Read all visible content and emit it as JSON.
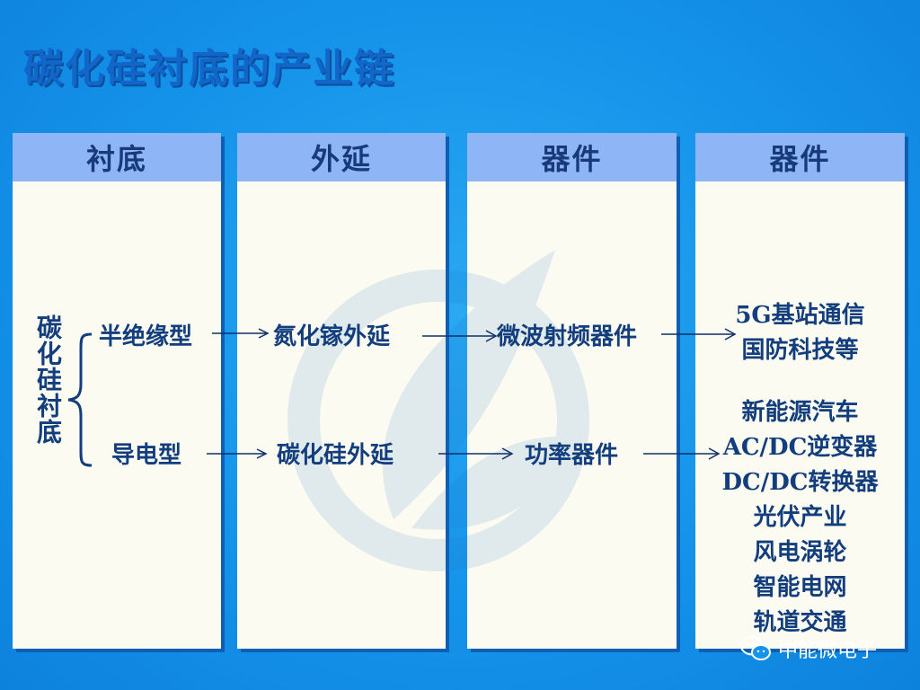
{
  "title": "碳化硅衬底的产业链",
  "columns": [
    {
      "header": "衬底"
    },
    {
      "header": "外延"
    },
    {
      "header": "器件"
    },
    {
      "header": "器件"
    }
  ],
  "root": "碳化硅衬底",
  "branches": [
    {
      "substrate_type": "半绝缘型",
      "epitaxy": "氮化镓外延",
      "device": "微波射频器件",
      "applications": [
        "5G基站通信",
        "国防科技等"
      ]
    },
    {
      "substrate_type": "导电型",
      "epitaxy": "碳化硅外延",
      "device": "功率器件",
      "applications": [
        "新能源汽车",
        "AC/DC逆变器",
        "DC/DC转换器",
        "光伏产业",
        "风电涡轮",
        "智能电网",
        "轨道交通"
      ]
    }
  ],
  "watermark": {
    "brand": "中能微电子",
    "icon": "wechat-icon"
  },
  "colors": {
    "background": "#1593ea",
    "title": "#1366c9",
    "column_bg": "#fcfbf1",
    "header_bg": "#8eb5f6",
    "text": "#123e7e",
    "arrow": "#0d2f66"
  }
}
